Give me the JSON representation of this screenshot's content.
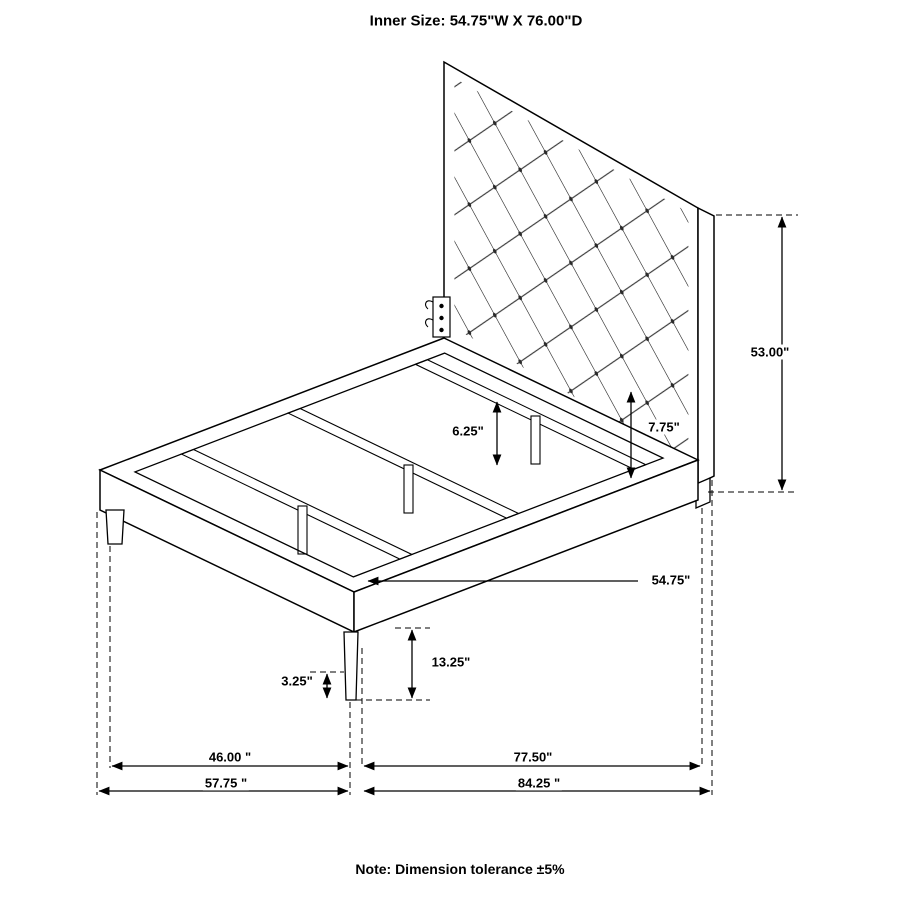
{
  "title": "Inner Size: 54.75\"W X 76.00\"D",
  "note": "Note: Dimension tolerance ±5%",
  "dimensions": {
    "headboard_height": "53.00\"",
    "slat_depth": "6.25\"",
    "rail_depth": "7.75\"",
    "inner_width": "54.75\"",
    "side_rail_height": "13.25\"",
    "leg_height": "3.25\"",
    "foot_width": "46.00 \"",
    "side_length": "77.50\"",
    "overall_width": "57.75 \"",
    "overall_length": "84.25 \""
  }
}
